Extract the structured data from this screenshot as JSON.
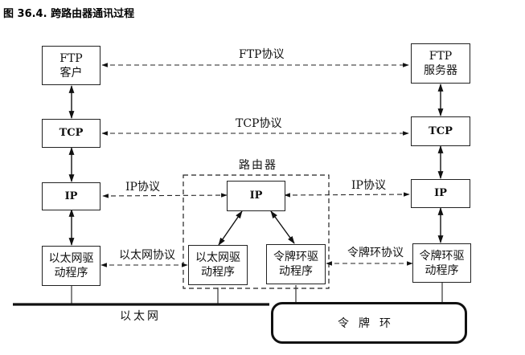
{
  "figure": {
    "title": "图 36.4. 跨路由器通讯过程"
  },
  "client_stack": {
    "ftp_line1": "FTP",
    "ftp_line2": "客户",
    "tcp": "TCP",
    "ip": "IP",
    "driver_line1": "以太网驱",
    "driver_line2": "动程序"
  },
  "server_stack": {
    "ftp_line1": "FTP",
    "ftp_line2": "服务器",
    "tcp": "TCP",
    "ip": "IP",
    "driver_line1": "令牌环驱",
    "driver_line2": "动程序"
  },
  "router": {
    "label": "路由器",
    "ip": "IP",
    "eth_driver_line1": "以太网驱",
    "eth_driver_line2": "动程序",
    "tr_driver_line1": "令牌环驱",
    "tr_driver_line2": "动程序"
  },
  "protocols": {
    "ftp": "FTP协议",
    "tcp": "TCP协议",
    "ip_left": "IP协议",
    "ip_right": "IP协议",
    "ethernet": "以太网协议",
    "token_ring": "令牌环协议"
  },
  "networks": {
    "ethernet": "以太网",
    "token_ring": "令牌环"
  }
}
